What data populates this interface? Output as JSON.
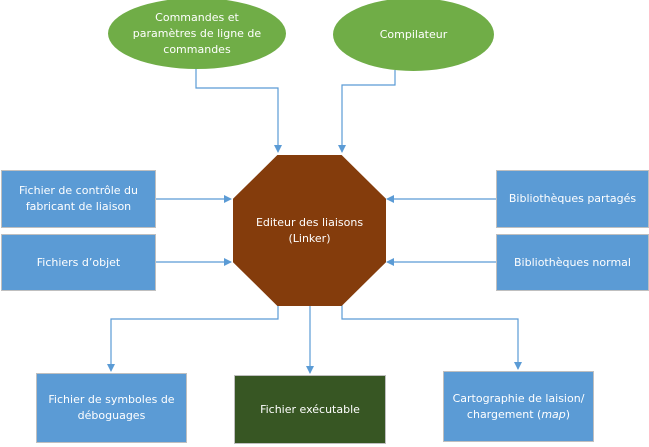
{
  "diagram": {
    "inputs_top": [
      {
        "label": "Commandes et paramètres de ligne de commandes",
        "lines": [
          "Commandes et",
          "paramètres de ligne de",
          "commandes"
        ]
      },
      {
        "label": "Compilateur"
      }
    ],
    "inputs_left": [
      {
        "lines": [
          "Fichier de contrôle du",
          "fabricant de liaison"
        ]
      },
      {
        "label": "Fichiers d’objet"
      }
    ],
    "inputs_right": [
      {
        "label": "Bibliothèques partagés"
      },
      {
        "label": "Bibliothèques normal"
      }
    ],
    "center": {
      "lines": [
        "Editeur des liaisons",
        "(Linker)"
      ]
    },
    "outputs": [
      {
        "lines": [
          "Fichier de symboles de",
          "déboguages"
        ]
      },
      {
        "label": "Fichier exécutable"
      },
      {
        "line1": "Cartographie de laision/",
        "line2_prefix": "chargement (",
        "line2_italic": "map",
        "line2_suffix": ")"
      }
    ],
    "colors": {
      "ellipse": "#70ad47",
      "box": "#5b9bd5",
      "center": "#843c0c",
      "executable": "#375623",
      "connector": "#5b9bd5"
    }
  }
}
